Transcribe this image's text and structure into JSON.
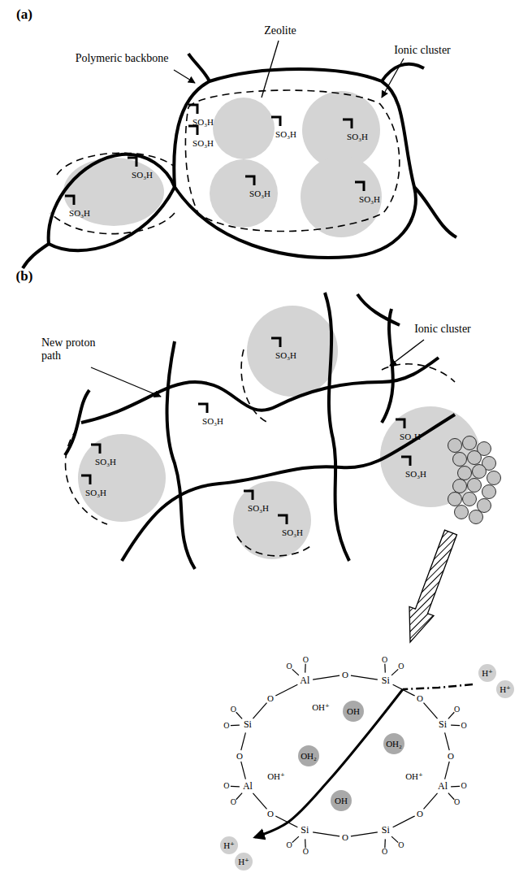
{
  "diagram": {
    "labels": [
      "(a)",
      "Polymeric backbone",
      "Zeolite",
      "Ionic cluster",
      "SO₃H",
      "SO₃H",
      "SO₃H",
      "SO₃H",
      "SO₃H",
      "SO₃H",
      "SO₃H",
      "SO₃H",
      "(b)",
      "New proton path",
      "Ionic cluster",
      "SO₃H",
      "SO₃H",
      "SO₃H",
      "SO₃H",
      "SO₃H",
      "SO₃H",
      "SO₃H",
      "SO₃H",
      "Al",
      "O",
      "Si",
      "O",
      "Si",
      "O",
      "Al",
      "O",
      "Si",
      "O",
      "Si",
      "O",
      "Al",
      "O",
      "Si",
      "O",
      "O",
      "O",
      "O",
      "O",
      "O",
      "O",
      "O",
      "O",
      "O",
      "O",
      "O",
      "O",
      "O",
      "O",
      "O",
      "O",
      "OH⁺",
      "OH⁺",
      "OH⁺",
      "OH",
      "OH₂",
      "OH",
      "OH₂",
      "H⁺",
      "H⁺",
      "H⁺",
      "H⁺"
    ]
  }
}
